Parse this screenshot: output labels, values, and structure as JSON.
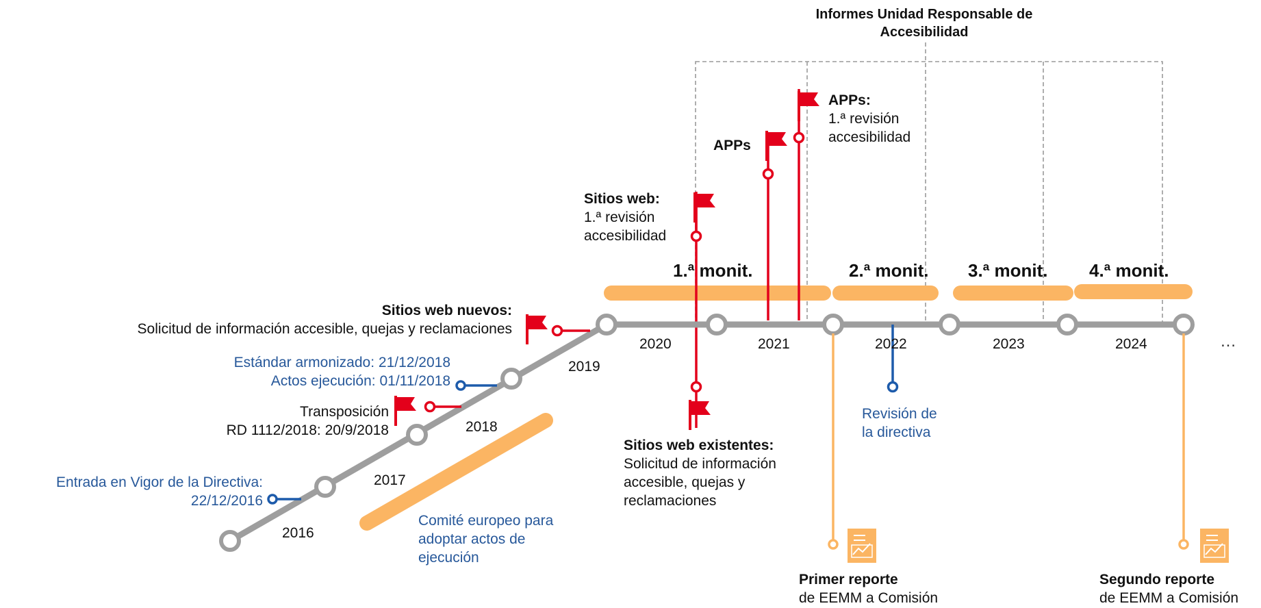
{
  "title_line1": "Informes Unidad Responsable de",
  "title_line2": "Accesibilidad",
  "years": [
    "2016",
    "2017",
    "2018",
    "2019",
    "2020",
    "2021",
    "2022",
    "2023",
    "2024"
  ],
  "ellipsis": "…",
  "monit": [
    "1.ª monit.",
    "2.ª monit.",
    "3.ª monit.",
    "4.ª monit."
  ],
  "events": {
    "sitios_nuevos_title": "Sitios web nuevos:",
    "sitios_nuevos_text": "Solicitud de información accesible, quejas y reclamaciones",
    "estandar": "Estándar armonizado: 21/12/2018",
    "actos": "Actos ejecución: 01/11/2018",
    "transposicion_1": "Transposición",
    "transposicion_2": "RD 1112/2018: 20/9/2018",
    "entrada_1": "Entrada en Vigor de la Directiva:",
    "entrada_2": "22/12/2016",
    "comite_1": "Comité europeo para",
    "comite_2": "adoptar actos de",
    "comite_3": "ejecución",
    "sitios_web_title": "Sitios web:",
    "sitios_web_1": "1.ª revisión",
    "sitios_web_2": "accesibilidad",
    "apps_label": "APPs",
    "apps2_title": "APPs:",
    "apps2_1": "1.ª revisión",
    "apps2_2": "accesibilidad",
    "existentes_title": "Sitios web existentes:",
    "existentes_1": "Solicitud de información",
    "existentes_2": "accesible, quejas y",
    "existentes_3": "reclamaciones",
    "revision_1": "Revisión de",
    "revision_2": "la directiva",
    "reporte1_title": "Primer reporte",
    "reporte1_text": "de EEMM a Comisión",
    "reporte2_title": "Segundo reporte",
    "reporte2_text": "de EEMM a Comisión"
  },
  "colors": {
    "timeline": "#9e9e9e",
    "orange": "#fbb563",
    "red": "#e3001b",
    "blue": "#1d5bab",
    "blue_text": "#27589a",
    "dashed": "#9a9a9a"
  },
  "icons": [
    "flag-icon",
    "report-icon"
  ]
}
